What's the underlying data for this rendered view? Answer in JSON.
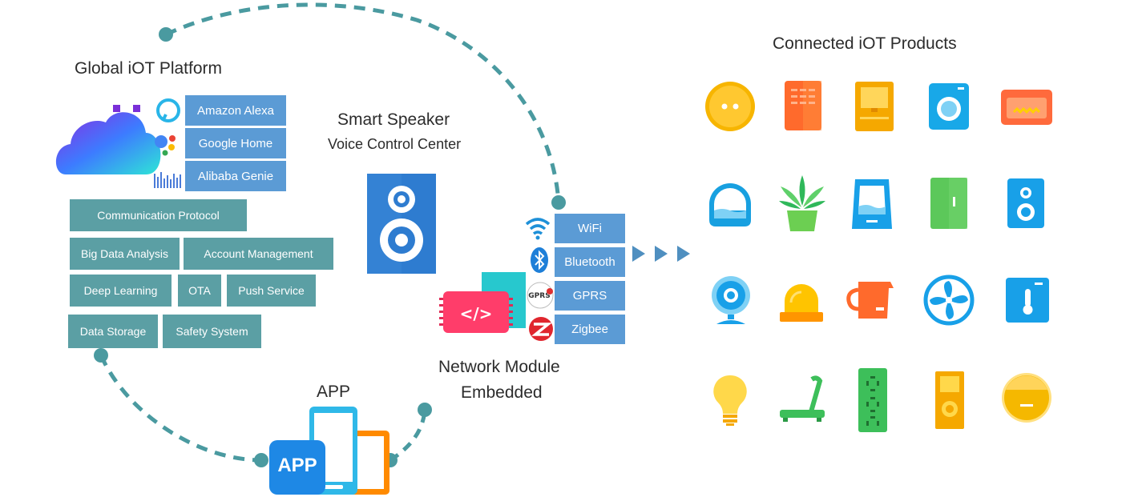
{
  "platform": {
    "title": "Global iOT Platform",
    "voice_assistants": [
      "Amazon Alexa",
      "Google Home",
      "Alibaba Genie"
    ],
    "services": {
      "communication_protocol": "Communication Protocol",
      "big_data_analysis": "Big Data Analysis",
      "account_management": "Account Management",
      "deep_learning": "Deep Learning",
      "ota": "OTA",
      "push_service": "Push Service",
      "data_storage": "Data Storage",
      "safety_system": "Safety System"
    }
  },
  "speaker": {
    "title": "Smart Speaker",
    "subtitle": "Voice Control Center"
  },
  "network": {
    "protocols": [
      "WiFi",
      "Bluetooth",
      "GPRS",
      "Zigbee"
    ],
    "gprs_logo_text": "GPRS",
    "title_line1": "Network Module",
    "title_line2": "Embedded"
  },
  "app": {
    "title": "APP",
    "icon_label": "APP"
  },
  "products": {
    "title": "Connected iOT Products",
    "icons": [
      "smart-plug-icon",
      "air-purifier-icon",
      "dispenser-icon",
      "washing-machine-icon",
      "oven-icon",
      "humidifier-icon",
      "plant-pot-icon",
      "water-tank-icon",
      "refrigerator-icon",
      "speaker-device-icon",
      "security-camera-icon",
      "alarm-light-icon",
      "kettle-icon",
      "fan-icon",
      "thermostat-icon",
      "light-bulb-icon",
      "treadmill-icon",
      "power-strip-icon",
      "doorbell-icon",
      "robot-vacuum-icon"
    ]
  },
  "colors": {
    "service_box": "#5b9fa4",
    "voice_box": "#5b9bd5",
    "dash_line": "#4a9aa0",
    "arrow": "#4f8fc0",
    "speaker": "#2e7cd0"
  }
}
